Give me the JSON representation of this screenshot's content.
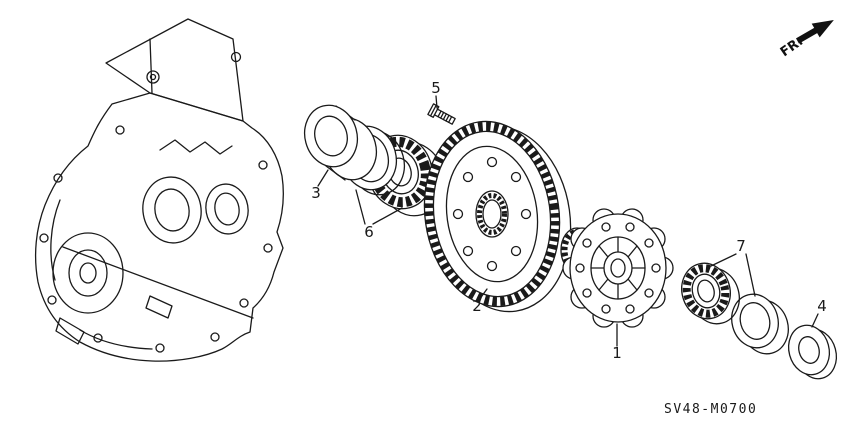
{
  "colors": {
    "line": "#1a1a1a",
    "background": "#ffffff"
  },
  "callouts": [
    {
      "label": "1"
    },
    {
      "label": "2"
    },
    {
      "label": "3"
    },
    {
      "label": "4"
    },
    {
      "label": "5"
    },
    {
      "label": "6"
    },
    {
      "label": "7"
    }
  ],
  "orientation": {
    "label": "FR."
  },
  "footer": {
    "drawing_code": "SV48-M0700"
  }
}
